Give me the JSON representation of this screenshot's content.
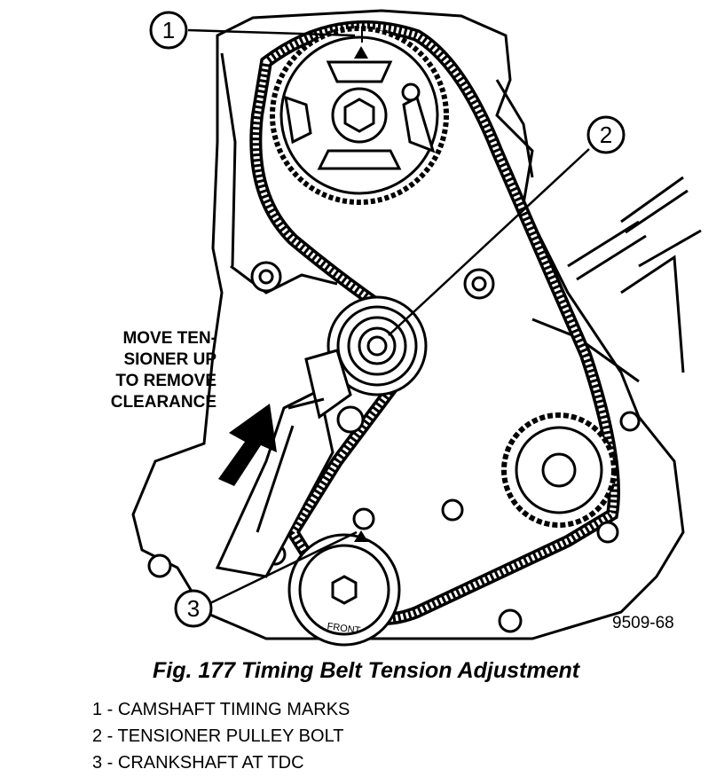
{
  "illustration": {
    "callouts": [
      "1",
      "2",
      "3"
    ],
    "note_lines": [
      "MOVE TEN-",
      "SIONER UP",
      "TO REMOVE",
      "CLEARANCE"
    ],
    "figure_code": "9509-68",
    "crank_label": "FRONT"
  },
  "caption": "Fig. 177 Timing Belt Tension Adjustment",
  "legend": [
    "1 - CAMSHAFT TIMING MARKS",
    "2 - TENSIONER PULLEY BOLT",
    "3 - CRANKSHAFT AT TDC"
  ]
}
